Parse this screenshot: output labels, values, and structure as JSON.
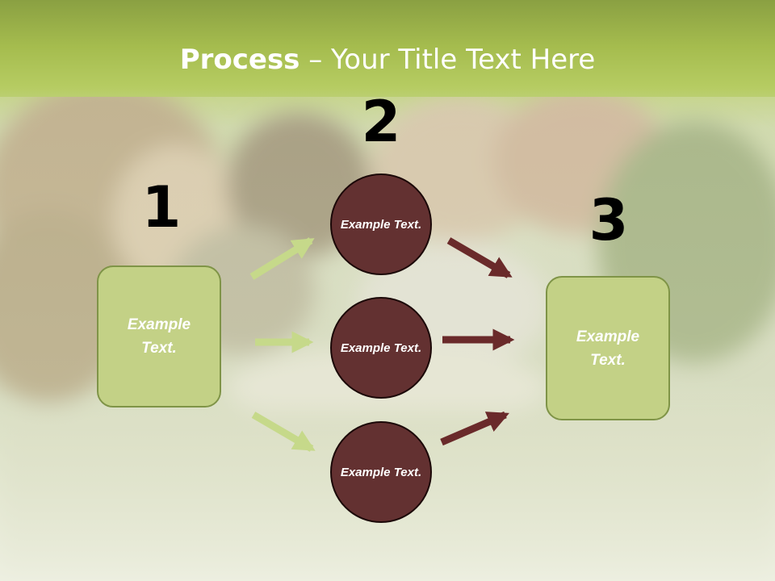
{
  "title": {
    "bold": "Process",
    "rest": " – Your Title Text Here"
  },
  "steps": [
    {
      "number": "1",
      "text": "Example Text."
    },
    {
      "number": "2"
    },
    {
      "number": "3",
      "text": "Example Text."
    }
  ],
  "circles": [
    {
      "text": "Example Text."
    },
    {
      "text": "Example Text."
    },
    {
      "text": "Example Text."
    }
  ],
  "colors": {
    "green_box": "#c3d186",
    "circle": "#633131",
    "green_arrow": "#c6d98a",
    "dark_arrow": "#6a2a2a"
  }
}
